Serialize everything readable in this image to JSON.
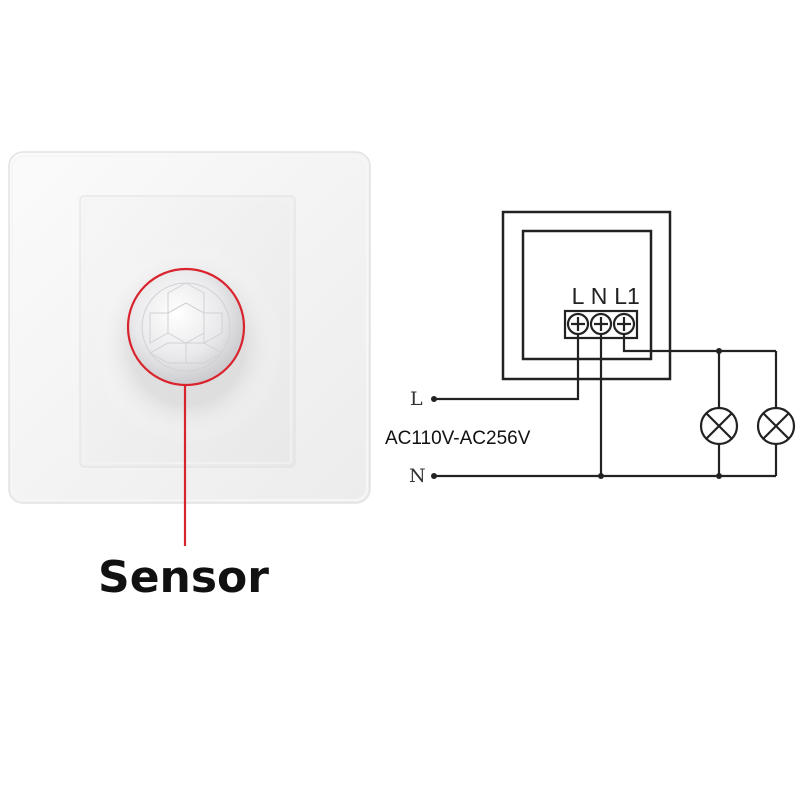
{
  "product": {
    "callout_label": "Sensor",
    "accent_color": "#d9232d"
  },
  "wiring": {
    "terminals": [
      "L",
      "N",
      "L1"
    ],
    "supply": {
      "line_label": "L",
      "neutral_label": "N",
      "voltage": "AC110V-AC256V"
    },
    "loads": [
      {
        "icon": "lamp-icon"
      },
      {
        "icon": "lamp-icon"
      }
    ]
  }
}
